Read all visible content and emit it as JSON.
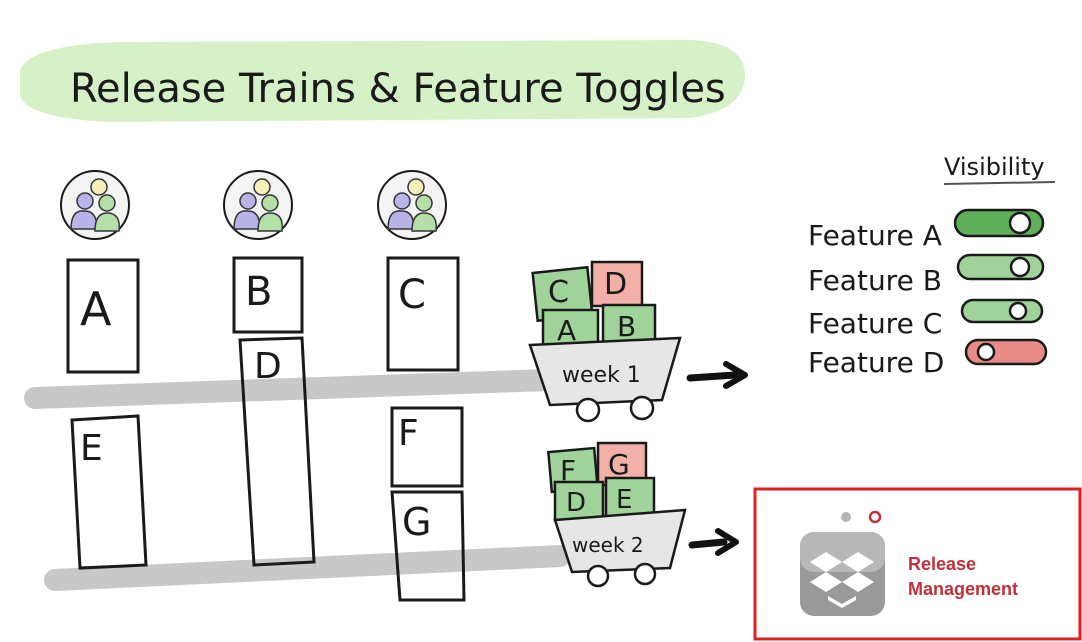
{
  "title": "Release Trains & Feature Toggles",
  "visibility": {
    "heading": "Visibility",
    "toggles": [
      {
        "label": "Feature A",
        "state": "on",
        "color": "#5fae5a"
      },
      {
        "label": "Feature B",
        "state": "on",
        "color": "#9fd39a"
      },
      {
        "label": "Feature C",
        "state": "on",
        "color": "#9fd39a"
      },
      {
        "label": "Feature D",
        "state": "off",
        "color": "#e88a85"
      }
    ]
  },
  "teams": {
    "columns": [
      {
        "top_task": "A",
        "second_task": "E"
      },
      {
        "top_task": "B",
        "second_task": "D"
      },
      {
        "top_task": "C",
        "second_task": "F",
        "third_task": "G"
      }
    ]
  },
  "carts": [
    {
      "label": "week 1",
      "blocks": [
        "C",
        "D",
        "A",
        "B"
      ]
    },
    {
      "label": "week 2",
      "blocks": [
        "F",
        "G",
        "D",
        "E"
      ]
    }
  ],
  "badge": {
    "line1": "Release",
    "line2": "Management",
    "border_color": "#e02020"
  },
  "colors": {
    "title_band": "#d6f0c8",
    "green_block": "#9fd39a",
    "red_block": "#f2b0a8",
    "rail": "#c8c8c8",
    "cart": "#e6e6e6"
  }
}
